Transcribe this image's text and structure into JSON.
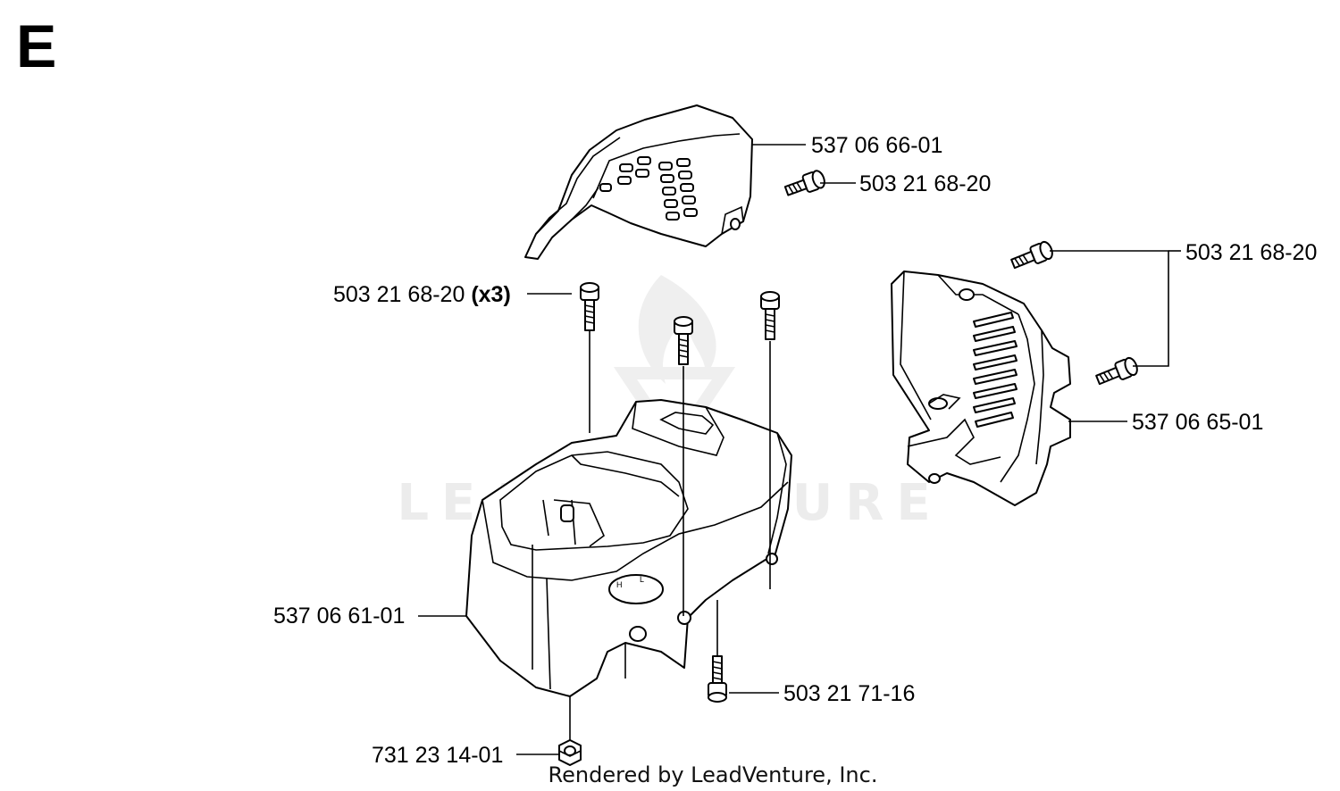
{
  "section": "E",
  "watermark": "LEADVENTURE",
  "footer": "Rendered by LeadVenture, Inc.",
  "colors": {
    "ink": "#000000",
    "watermark": "#ececec",
    "background": "#ffffff"
  },
  "callouts": {
    "upper_cover": {
      "part_no": "537 06 66-01"
    },
    "upper_cover_screw": {
      "part_no": "503 21 68-20"
    },
    "right_cover_screws": {
      "part_no": "503 21 68-20"
    },
    "right_cover": {
      "part_no": "537 06 65-01"
    },
    "main_screws": {
      "part_no": "503 21 68-20",
      "qty": "(x3)"
    },
    "main_cover": {
      "part_no": "537 06 61-01"
    },
    "bottom_screw": {
      "part_no": "503 21 71-16"
    },
    "nut": {
      "part_no": "731 23 14-01"
    }
  }
}
